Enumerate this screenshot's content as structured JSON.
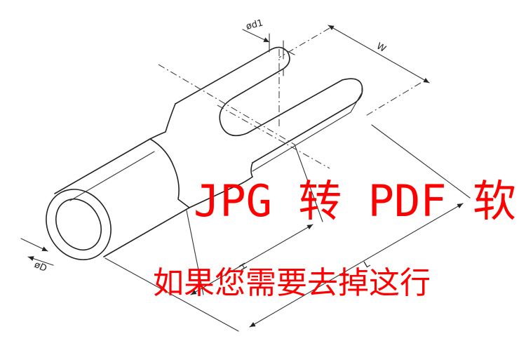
{
  "dimension_labels": {
    "d1": "ød1",
    "w": "W",
    "d": "øD",
    "h": "H",
    "l": "L"
  },
  "watermark": {
    "line1": "JPG 转 PDF 软",
    "line2": "如果您需要去掉这行"
  },
  "colors": {
    "watermark": "#ff0000",
    "line": "#222222",
    "background": "#ffffff"
  }
}
